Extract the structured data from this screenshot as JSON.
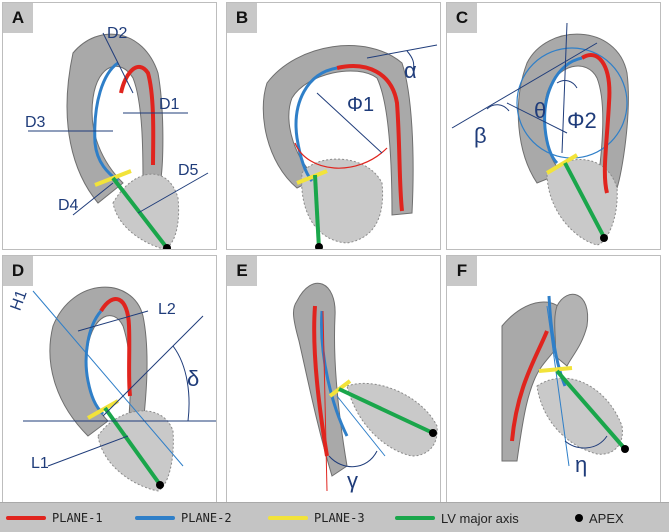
{
  "panels": {
    "a": {
      "label": "A",
      "annotations": {
        "d1": "D1",
        "d2": "D2",
        "d3": "D3",
        "d4": "D4",
        "d5": "D5"
      }
    },
    "b": {
      "label": "B",
      "annotations": {
        "alpha": "α",
        "phi1": "Φ1"
      }
    },
    "c": {
      "label": "C",
      "annotations": {
        "beta": "β",
        "theta": "θ",
        "phi2": "Φ2"
      }
    },
    "d": {
      "label": "D",
      "annotations": {
        "h1": "H1",
        "l1": "L1",
        "l2": "L2",
        "delta": "δ"
      }
    },
    "e": {
      "label": "E",
      "annotations": {
        "gamma": "γ"
      }
    },
    "f": {
      "label": "F",
      "annotations": {
        "eta": "η"
      }
    }
  },
  "legend": {
    "plane1": {
      "label": "PLANE-1",
      "color": "#e0241e"
    },
    "plane2": {
      "label": "PLANE-2",
      "color": "#2f7fc8"
    },
    "plane3": {
      "label": "PLANE-3",
      "color": "#f2e33a"
    },
    "lv_axis": {
      "label": "LV major axis",
      "color": "#1aa64b"
    },
    "apex": {
      "label": "APEX",
      "icon": "black-dot"
    }
  },
  "colors": {
    "annotation": "#1f3c7a",
    "vessel": "#a9a9a9",
    "vessel_dark": "#7a7a7a"
  }
}
